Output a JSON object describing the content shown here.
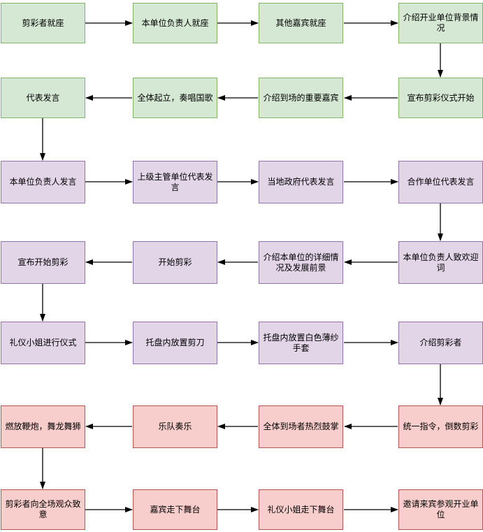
{
  "flowchart": {
    "title_semantic": "ribbon-cutting-ceremony-flowchart",
    "colors": {
      "background": "#ffffff",
      "green_fill": "#d5e8d4",
      "green_border": "#82b366",
      "purple_fill": "#e1d5e7",
      "purple_border": "#9673a6",
      "red_fill": "#f8cecc",
      "red_border": "#b85450",
      "arrow": "#000000",
      "text": "#000000"
    },
    "rows": [
      {
        "theme": "green",
        "flow": "left-to-right",
        "boxes": [
          "剪彩者就座",
          "本单位负责人就座",
          "其他嘉宾就座",
          "介绍开业单位背景情况"
        ]
      },
      {
        "theme": "green",
        "flow": "right-to-left",
        "boxes": [
          "代表发言",
          "全体起立，奏唱国歌",
          "介绍到场的重要嘉宾",
          "宣布剪彩仪式开始"
        ]
      },
      {
        "theme": "purple",
        "flow": "left-to-right",
        "boxes": [
          "本单位负责人发言",
          "上级主管单位代表发言",
          "当地政府代表发言",
          "合作单位代表发言"
        ]
      },
      {
        "theme": "purple",
        "flow": "right-to-left",
        "boxes": [
          "宣布开始剪彩",
          "开始剪彩",
          "介绍本单位的详细情况及发展前景",
          "本单位负责人致欢迎词"
        ]
      },
      {
        "theme": "purple",
        "flow": "left-to-right",
        "boxes": [
          "礼仪小姐进行仪式",
          "托盘内放置剪刀",
          "托盘内放置白色薄纱手套",
          "介绍剪彩者"
        ]
      },
      {
        "theme": "red",
        "flow": "right-to-left",
        "boxes": [
          "燃放鞭炮，舞龙舞狮",
          "乐队奏乐",
          "全体到场者热烈鼓掌",
          "统一指令，倒数剪彩"
        ]
      },
      {
        "theme": "red",
        "flow": "left-to-right",
        "boxes": [
          "剪彩者向全场观众致意",
          "嘉宾走下舞台",
          "礼仪小姐走下舞台",
          "邀请来宾参观开业单位"
        ]
      }
    ]
  }
}
